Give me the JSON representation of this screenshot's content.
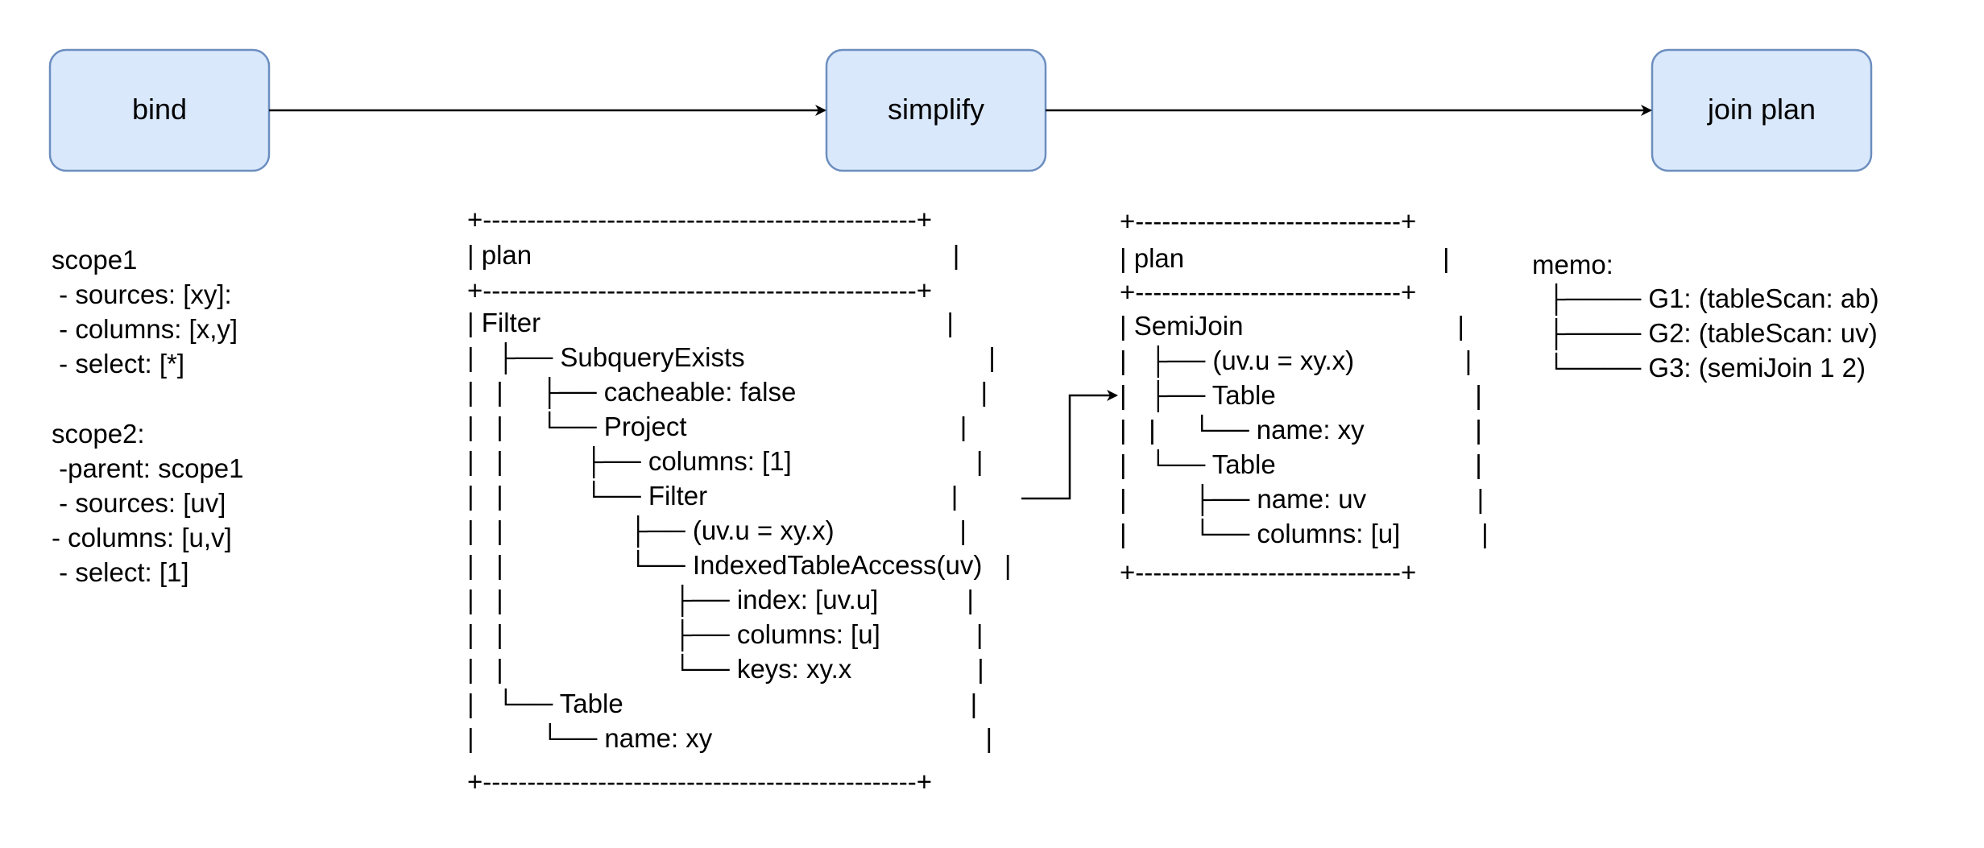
{
  "nodes": {
    "bind": "bind",
    "simplify": "simplify",
    "join_plan": "join plan"
  },
  "scopes": [
    "scope1",
    " - sources: [xy]:",
    " - columns: [x,y]",
    " - select: [*]",
    "",
    "scope2:",
    " -parent: scope1",
    " - sources: [uv]",
    "- columns: [u,v]",
    " - select: [1]"
  ],
  "plan1": {
    "border": "+-------------------------------------------------+",
    "lines": [
      "| plan                                                         |",
      "| Filter                                                       |",
      "|   ├── SubqueryExists                                 |",
      "|   |     ├── cacheable: false                         |",
      "|   |     └── Project                                     |",
      "|   |           ├── columns: [1]                         |",
      "|   |           └── Filter                                 |",
      "|   |                 ├── (uv.u = xy.x)                 |",
      "|   |                 └── IndexedTableAccess(uv)   |",
      "|   |                       ├── index: [uv.u]            |",
      "|   |                       ├── columns: [u]             |",
      "|   |                       └── keys: xy.x                 |",
      "|   └── Table                                               |",
      "|         └── name: xy                                     |"
    ]
  },
  "plan2": {
    "border": "+------------------------------+",
    "lines": [
      "| plan                                   |",
      "| SemiJoin                             |",
      "|   ├── (uv.u = xy.x)               |",
      "|   ├── Table                           |",
      "|   |     └── name: xy               |",
      "|   └── Table                           |",
      "|         ├── name: uv               |",
      "|         └── columns: [u]           |"
    ]
  },
  "memo": [
    "memo:",
    "  ├──── G1: (tableScan: ab)",
    "  ├──── G2: (tableScan: uv)",
    "  └──── G3: (semiJoin 1 2)"
  ],
  "colors": {
    "node_fill": "#dae8fc",
    "node_stroke": "#6c8ebf",
    "edge": "#000000"
  }
}
